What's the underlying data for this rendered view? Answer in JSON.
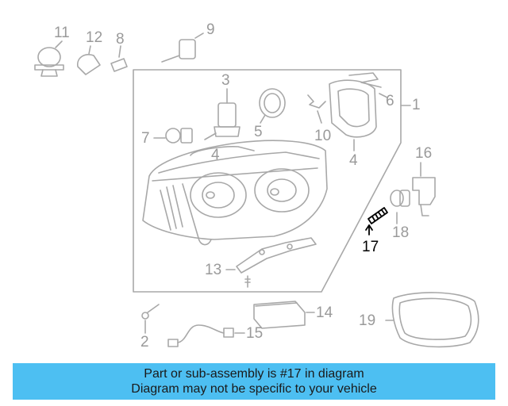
{
  "diagram": {
    "callouts": {
      "c1": "1",
      "c2": "2",
      "c3": "3",
      "c4a": "4",
      "c4b": "4",
      "c5": "5",
      "c6": "6",
      "c7": "7",
      "c8": "8",
      "c9": "9",
      "c10": "10",
      "c11": "11",
      "c12": "12",
      "c13": "13",
      "c14": "14",
      "c15": "15",
      "c16": "16",
      "c17": "17",
      "c18": "18",
      "c19": "19"
    },
    "highlighted_part": "17",
    "colors": {
      "line": "#a8a8a8",
      "highlight": "#000000",
      "banner": "#4dbff2"
    }
  },
  "banner": {
    "line1": "Part or sub-assembly is #17 in diagram",
    "line2": "Diagram may not be specific to your vehicle"
  }
}
